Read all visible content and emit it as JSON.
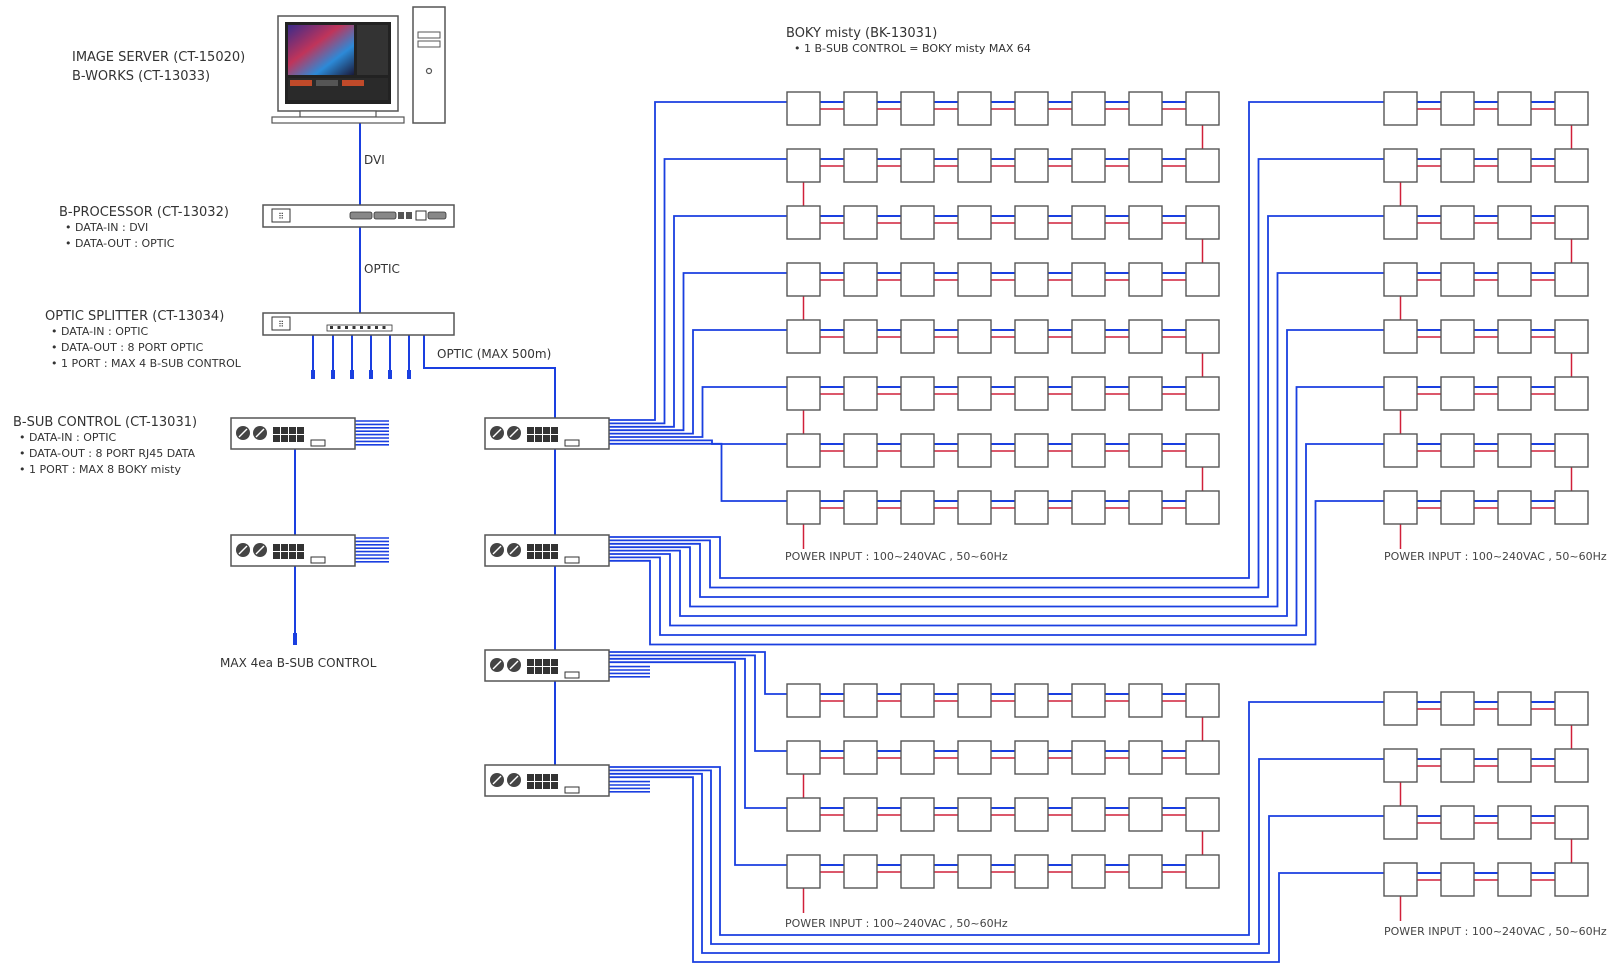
{
  "labels": {
    "image_server": "IMAGE SERVER (CT-15020)",
    "b_works": "B-WORKS (CT-13033)",
    "dvi": "DVI",
    "optic": "OPTIC",
    "optic_max": "OPTIC (MAX 500m)",
    "max_bsub": "MAX 4ea B-SUB CONTROL"
  },
  "devices": {
    "processor": {
      "title": "B-PROCESSOR (CT-13032)",
      "specs": [
        "DATA-IN : DVI",
        "DATA-OUT : OPTIC"
      ]
    },
    "splitter": {
      "title": "OPTIC SPLITTER (CT-13034)",
      "specs": [
        "DATA-IN : OPTIC",
        "DATA-OUT : 8 PORT OPTIC",
        "1 PORT : MAX 4 B-SUB CONTROL"
      ]
    },
    "bsub": {
      "title": "B-SUB CONTROL (CT-13031)",
      "specs": [
        "DATA-IN : OPTIC",
        "DATA-OUT : 8 PORT RJ45 DATA",
        "1 PORT : MAX 8 BOKY misty"
      ]
    }
  },
  "boky": {
    "title": "BOKY misty (BK-13031)",
    "note": "1 B-SUB CONTROL = BOKY misty MAX 64"
  },
  "power_labels": [
    "POWER INPUT : 100~240VAC , 50~60Hz",
    "POWER INPUT : 100~240VAC , 50~60Hz",
    "POWER INPUT : 100~240VAC , 50~60Hz",
    "POWER INPUT : 100~240VAC , 50~60Hz"
  ],
  "grids": [
    {
      "cols": 8,
      "rows": 8
    },
    {
      "cols": 4,
      "rows": 8
    },
    {
      "cols": 8,
      "rows": 4
    },
    {
      "cols": 4,
      "rows": 4
    }
  ],
  "colors": {
    "data_line": "#1a3fe0",
    "power_line": "#d0203a",
    "outline": "#555555",
    "text": "#333333"
  }
}
